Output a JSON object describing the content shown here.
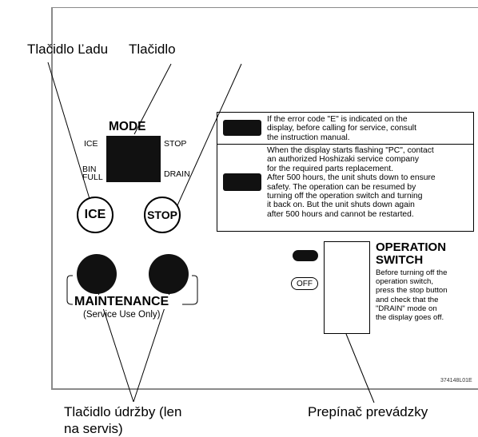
{
  "callouts": {
    "ice_button": "Tlačidlo Ľadu",
    "stop_button": "Tlačidlo",
    "maintenance_line1": "Tlačidlo údržby (len",
    "maintenance_line2": "na servis)",
    "operation_switch": "Prepínač prevádzky"
  },
  "mode": {
    "title": "MODE",
    "label_ice": "ICE",
    "label_stop": "STOP",
    "label_bin_full_1": "BIN",
    "label_bin_full_2": "FULL",
    "label_drain": "DRAIN"
  },
  "buttons": {
    "ice": "ICE",
    "stop": "STOP"
  },
  "maintenance": {
    "title": "MAINTENANCE",
    "subtitle": "(Service Use Only)"
  },
  "notice": {
    "line1": "If the error code \"E\" is indicated on the",
    "line2": "display, before calling for service, consult",
    "line3": "the instruction manual.",
    "line4": "When the display starts flashing \"PC\", contact",
    "line5": "an authorized Hoshizaki service company",
    "line6": "for the required parts replacement.",
    "line7": "After 500 hours, the unit shuts down to ensure",
    "line8": "safety. The operation can be resumed by",
    "line9": "turning off the operation switch and turning",
    "line10": "it back on. But the unit shuts down again",
    "line11": "after 500 hours and cannot be restarted."
  },
  "operation_switch": {
    "title_1": "OPERATION",
    "title_2": "SWITCH",
    "off_label": "OFF",
    "text1": "Before turning off the",
    "text2": "operation switch,",
    "text3": "press the stop button",
    "text4": "and check that the",
    "text5": "\"DRAIN\" mode on",
    "text6": "the display goes off."
  },
  "part_code": "374148L01E"
}
